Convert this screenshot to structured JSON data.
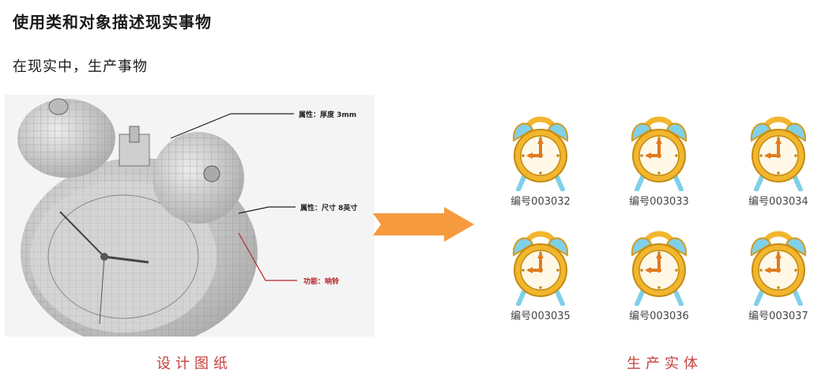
{
  "header": {
    "title": "使用类和对象描述现实事物",
    "subtitle": "在现实中，生产事物"
  },
  "design": {
    "annotations": {
      "thickness": "属性：厚度 3mm",
      "size": "属性：尺寸 8英寸",
      "function": "功能：响铃"
    },
    "caption": "设计图纸"
  },
  "products": {
    "caption": "生产实体",
    "items": [
      {
        "id": "编号003032"
      },
      {
        "id": "编号003033"
      },
      {
        "id": "编号003034"
      },
      {
        "id": "编号003035"
      },
      {
        "id": "编号003036"
      },
      {
        "id": "编号003037"
      }
    ]
  },
  "colors": {
    "arrow": "#f59a3e",
    "caption": "#c4433e",
    "clock_body": "#f2b62e",
    "clock_bells": "#7fd0e8",
    "clock_face": "#fff8e6",
    "clock_hands": "#e07b20",
    "annotation_highlight": "#b4242a"
  },
  "icons": [
    "wireframe-alarm-clock-drawing",
    "right-arrow-icon",
    "alarm-clock-icon"
  ]
}
